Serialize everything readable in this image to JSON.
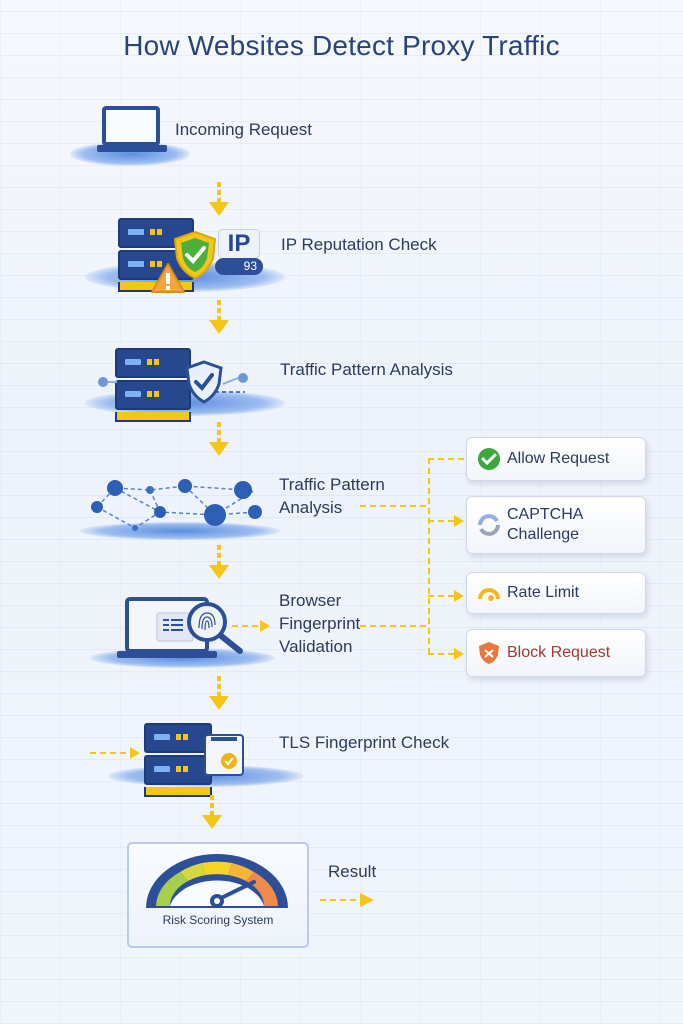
{
  "title": "How Websites Detect Proxy Traffic",
  "steps": [
    {
      "label": "Incoming Request",
      "icon": "laptop-icon"
    },
    {
      "label": "IP Reputation Check",
      "icon": "server-shield-icon",
      "badge_text": "IP",
      "score": "93"
    },
    {
      "label": "Traffic Pattern Analysis",
      "icon": "server-shield-icon"
    },
    {
      "label_line1": "Traffic Pattern",
      "label_line2": "Analysis",
      "icon": "network-graph-icon"
    },
    {
      "label_line1": "Browser",
      "label_line2": "Fingerprint",
      "label_line3": "Validation",
      "icon": "fingerprint-magnifier-icon"
    },
    {
      "label": "TLS Fingerprint Check",
      "icon": "server-certificate-icon"
    },
    {
      "label": "Risk Scoring System",
      "icon": "gauge-icon"
    }
  ],
  "result_label": "Result",
  "outcomes": [
    {
      "label": "Allow Request",
      "icon": "check-circle-icon",
      "color": "#3aa83a"
    },
    {
      "label_line1": "CAPTCHA",
      "label_line2": "Challenge",
      "icon": "refresh-icon",
      "color": "#8fa9c8"
    },
    {
      "label": "Rate Limit",
      "icon": "speedometer-icon",
      "color": "#f5b818"
    },
    {
      "label": "Block Request",
      "icon": "shield-x-icon",
      "color": "#e6793f",
      "text_color": "#a33a2e"
    }
  ],
  "colors": {
    "accent": "#f5c518",
    "primary": "#27478f",
    "title": "#2a4478"
  }
}
